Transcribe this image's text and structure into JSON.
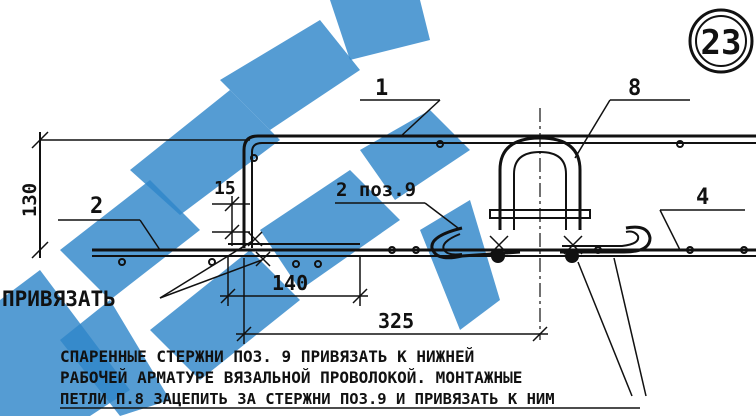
{
  "sheet_number": "23",
  "callouts": {
    "pos1": "1",
    "pos2": "2",
    "pos4": "4",
    "pos8": "8",
    "pos9": "2 поз.9"
  },
  "dimensions": {
    "height": "130",
    "offset": "15",
    "lap": "140",
    "span": "325"
  },
  "labels": {
    "tie": "ПРИВЯЗАТЬ"
  },
  "note": [
    "СПАРЕННЫЕ СТЕРЖНИ ПОЗ. 9 ПРИВЯЗАТЬ К НИЖНЕЙ",
    "РАБОЧЕЙ АРМАТУРЕ ВЯЗАЛЬНОЙ ПРОВОЛОКОЙ. МОНТАЖНЫЕ",
    "ПЕТЛИ П.8 ЗАЦЕПИТЬ ЗА СТЕРЖНИ ПОЗ.9 И ПРИВЯЗАТЬ К НИМ"
  ],
  "colors": {
    "ink": "#111111",
    "watermark": "#2f86c9"
  }
}
